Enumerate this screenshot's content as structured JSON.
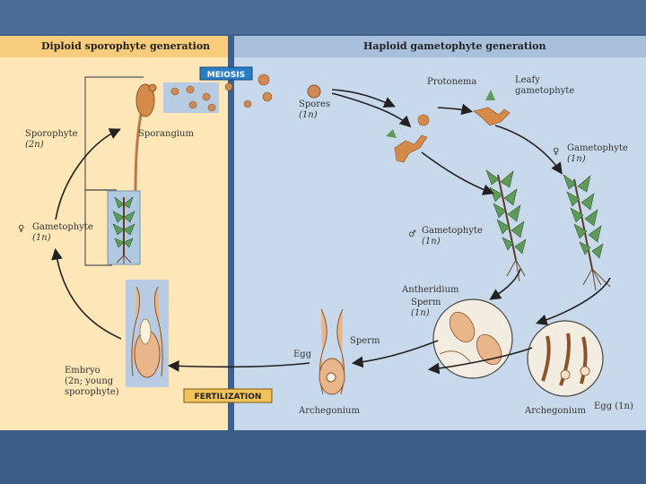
{
  "headers": {
    "diploid": "Diploid sporophyte generation",
    "haploid": "Haploid gametophyte generation"
  },
  "stage_labels": {
    "meiosis": "MEIOSIS",
    "fertilization": "FERTILIZATION"
  },
  "labels": {
    "sporophyte": "Sporophyte",
    "sporophyte_ploidy": "(2n)",
    "sporangium": "Sporangium",
    "gametophyte_left_symbol": "♀",
    "gametophyte_left": "Gametophyte",
    "gametophyte_left_ploidy": "(1n)",
    "embryo_1": "Embryo",
    "embryo_2": "(2n; young",
    "embryo_3": "sporophyte)",
    "spores": "Spores",
    "spores_ploidy": "(1n)",
    "protonema": "Protonema",
    "leafy_1": "Leafy",
    "leafy_2": "gametophyte",
    "female_symbol": "♀",
    "female_gametophyte": "Gametophyte",
    "female_ploidy": "(1n)",
    "male_symbol": "♂",
    "male_gametophyte": "Gametophyte",
    "male_ploidy": "(1n)",
    "antheridium": "Antheridium",
    "sperm_right": "Sperm",
    "sperm_right_ploidy": "(1n)",
    "sperm_center": "Sperm",
    "egg_center": "Egg",
    "archegonium_center": "Archegonium",
    "archegonium_right": "Archegonium",
    "egg_right": "Egg (1n)"
  },
  "colors": {
    "left_panel": "#fde7b8",
    "right_panel": "#c9d9ec",
    "meiosis_box": "#2a7fc4",
    "fertilization_box": "#f2c35a",
    "sporangium": "#d58a4a",
    "leaf_green": "#5f9a5a"
  }
}
